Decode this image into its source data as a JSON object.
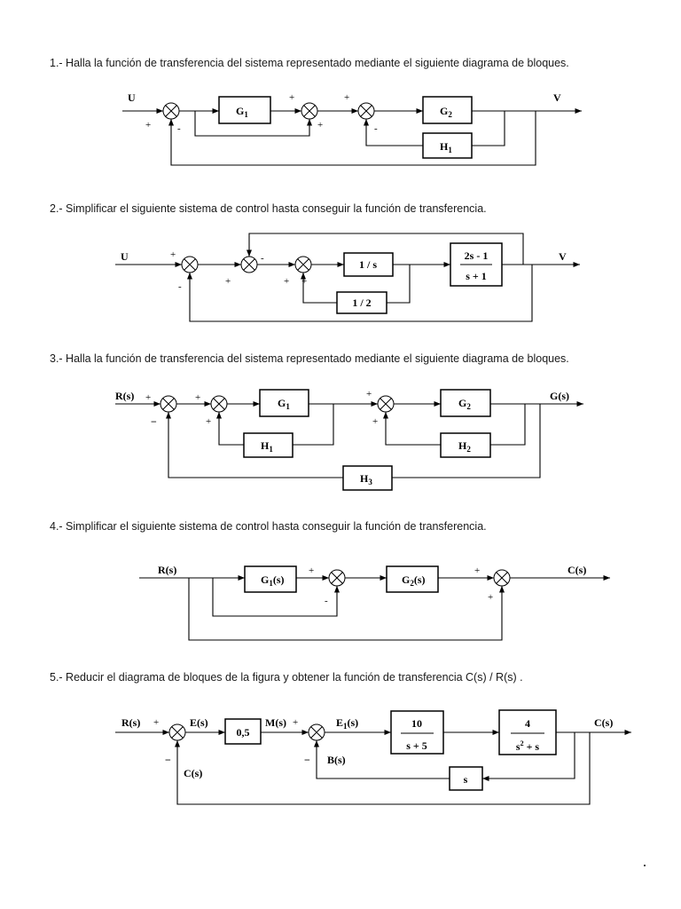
{
  "problems": [
    {
      "title": "1.- Halla la función de transferencia del sistema representado mediante el siguiente diagrama de bloques.",
      "labels": {
        "input": "U",
        "output": "V"
      },
      "blocks": {
        "g1": "G",
        "g1_sub": "1",
        "g2": "G",
        "g2_sub": "2",
        "h1": "H",
        "h1_sub": "1"
      },
      "signs": {
        "s1_in": "+",
        "s1_fb": "-",
        "s2_in": "+",
        "s2_ff": "+",
        "s3_in": "+",
        "s3_fb": "-"
      }
    },
    {
      "title": "2.- Simplificar el siguiente sistema de control hasta conseguir la función de transferencia.",
      "labels": {
        "input": "U",
        "output": "V"
      },
      "blocks": {
        "int": "1 / s",
        "half": "1 / 2",
        "num": "2s - 1",
        "den": "s + 1"
      },
      "signs": {
        "s1_in": "+",
        "s1_fb": "-",
        "s2_in": "+",
        "s2_fb": "-",
        "s3_in": "+",
        "s3_fb": "+"
      }
    },
    {
      "title": "3.- Halla la función de transferencia del sistema representado mediante el siguiente diagrama de bloques.",
      "labels": {
        "input": "R(s)",
        "output": "G(s)"
      },
      "blocks": {
        "g1": "G",
        "g1_sub": "1",
        "g2": "G",
        "g2_sub": "2",
        "h1": "H",
        "h1_sub": "1",
        "h2": "H",
        "h2_sub": "2",
        "h3": "H",
        "h3_sub": "3"
      },
      "signs": {
        "s1_in": "+",
        "s1_fb": "−",
        "s2_in": "+",
        "s2_fb": "+",
        "s3_in": "+",
        "s3_fb": "+"
      }
    },
    {
      "title": "4.- Simplificar el siguiente sistema de control hasta conseguir la función de transferencia.",
      "labels": {
        "input": "R(s)",
        "output": "C(s)"
      },
      "blocks": {
        "g1": "G",
        "g1_sub": "1",
        "g1_arg": "(s)",
        "g2": "G",
        "g2_sub": "2",
        "g2_arg": "(s)"
      },
      "signs": {
        "s1_in": "+",
        "s1_fb": "-",
        "s2_in": "+",
        "s2_ff": "+"
      }
    },
    {
      "title": "5.- Reducir el diagrama de bloques de la figura y obtener la función de transferencia  C(s) / R(s) .",
      "labels": {
        "input": "R(s)",
        "output": "C(s)",
        "e": "E(s)",
        "m": "M(s)",
        "e1": "E",
        "e1_sub": "1",
        "e1_arg": "(s)",
        "b": "B(s)",
        "c_fb": "C(s)"
      },
      "blocks": {
        "gain": "0,5",
        "b1_num": "10",
        "b1_den": "s + 5",
        "b2_num": "4",
        "b2_den_a": "s",
        "b2_den_exp": "2",
        "b2_den_b": " + s",
        "fb": "s"
      },
      "signs": {
        "s1_in": "+",
        "s1_fb": "−",
        "s2_in": "+",
        "s2_fb": "−"
      }
    }
  ]
}
